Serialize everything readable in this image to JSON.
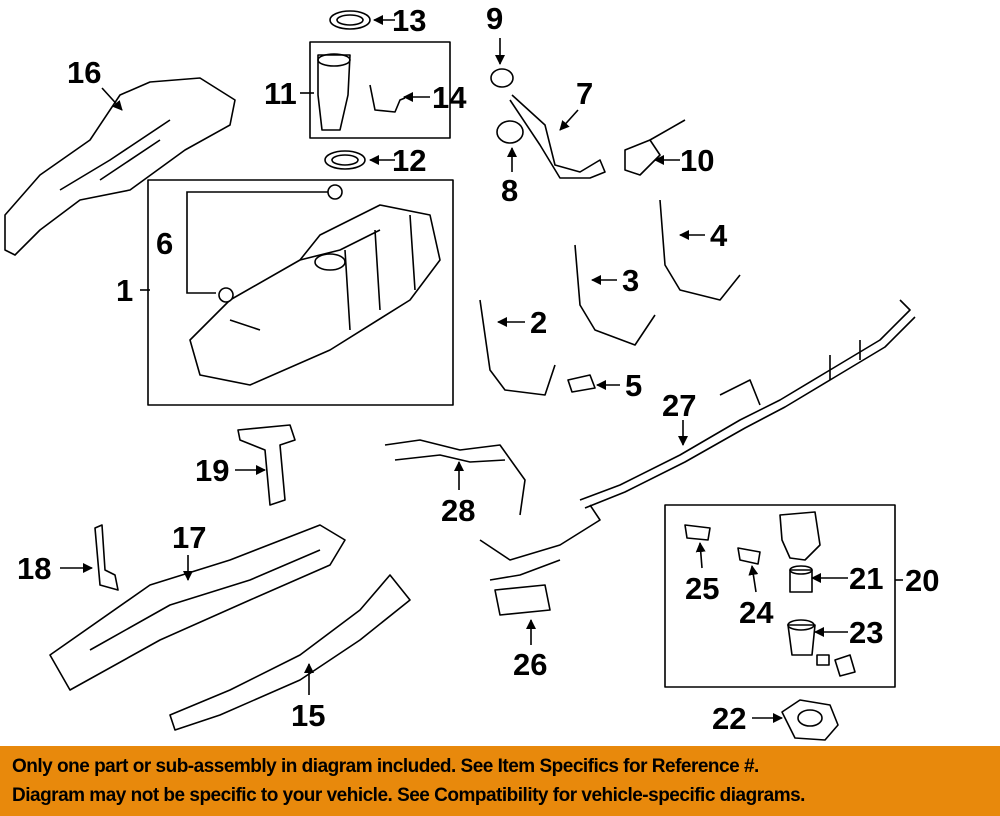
{
  "callouts": [
    "1",
    "2",
    "3",
    "4",
    "5",
    "6",
    "7",
    "8",
    "9",
    "10",
    "11",
    "12",
    "13",
    "14",
    "15",
    "16",
    "17",
    "18",
    "19",
    "20",
    "21",
    "22",
    "23",
    "24",
    "25",
    "26",
    "27",
    "28"
  ],
  "banner": {
    "line1": "Only one part or sub-assembly in diagram included. See Item Specifics for Reference #.",
    "line2": "Diagram may not be specific to your vehicle. See Compatibility for vehicle-specific diagrams.",
    "color": "#e8890c"
  }
}
